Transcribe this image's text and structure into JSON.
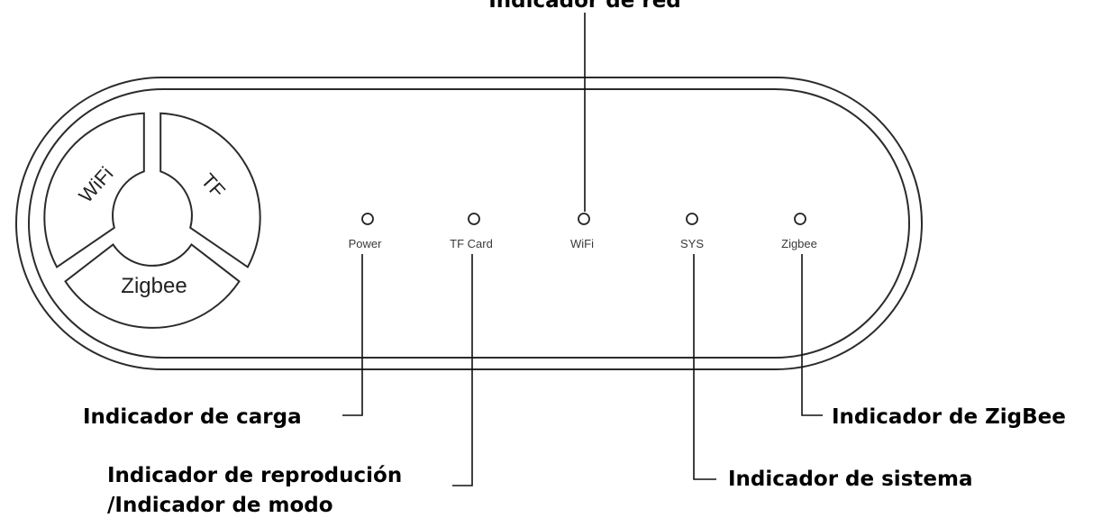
{
  "buttons": {
    "wifi": "WiFi",
    "tf": "TF",
    "zigbee": "Zigbee"
  },
  "leds": [
    {
      "id": "power",
      "label": "Power"
    },
    {
      "id": "tfcard",
      "label": "TF Card"
    },
    {
      "id": "wifi",
      "label": "WiFi"
    },
    {
      "id": "sys",
      "label": "SYS"
    },
    {
      "id": "zigbee",
      "label": "Zigbee"
    }
  ],
  "callouts": {
    "network": "Indicador de red",
    "charge": "Indicador de carga",
    "playback_line1": "Indicador de reprodución",
    "playback_line2": "/Indicador de modo",
    "system": "Indicador de sistema",
    "zigbee": "Indicador de ZigBee"
  }
}
